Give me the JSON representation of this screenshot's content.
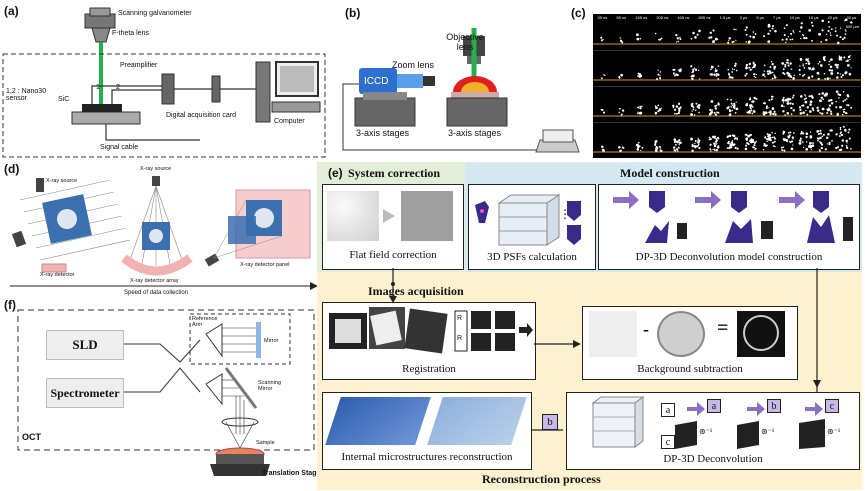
{
  "panels": {
    "a": {
      "label": "(a)",
      "galvo": "Scanning galvanometer",
      "lens": "F-theta lens",
      "preamp": "Preamplifier",
      "sensor": "1,2 : Nano30 sensor",
      "sic": "SiC",
      "n1": "1",
      "n2": "2",
      "daq": "Digital acquisition card",
      "computer": "Computer",
      "cable": "Signal cable"
    },
    "b": {
      "label": "(b)",
      "zoom": "Zoom lens",
      "objective": "Objective lens",
      "iccd": "ICCD",
      "stage1": "3-axis stages",
      "stage2": "3-axis stages"
    },
    "c": {
      "label": "(c)",
      "times": [
        "35 ns",
        "55 ns",
        "155 ns",
        "205 ns",
        "405 ns",
        "805 ns",
        "1.5 μs",
        "3 μs",
        "5 μs",
        "7 μs",
        "10 μs",
        "15 μs",
        "20 μs",
        "30 μs"
      ],
      "scale": "500 μm"
    },
    "d": {
      "label": "(d)",
      "src1": "X-ray source",
      "det1": "X-ray detector",
      "src2": "X-ray source",
      "det2": "X-ray detector array",
      "det3": "X-ray detector panel",
      "speed": "Speed of data collection"
    },
    "f": {
      "label": "(f)",
      "sld": "SLD",
      "ref": "Reference Arm",
      "mirror": "Mirror",
      "spectrometer": "Spectrometer",
      "scan_mirror": "Scanning Mirror",
      "oct": "OCT",
      "sample": "Sample",
      "stage": "Translation Stage"
    },
    "e": {
      "label": "(e)",
      "system_correction": "System correction",
      "flat_field": "Flat field correction",
      "model_construction": "Model construction",
      "psf": "3D PSFs calculation",
      "dp_model": "DP-3D Deconvolution model construction",
      "images_acq": "Images acquisition",
      "registration": "Registration",
      "background": "Background subtraction",
      "internal": "Internal microstructures reconstruction",
      "deconv": "DP-3D Deconvolution",
      "recon_process": "Reconstruction process",
      "letters": [
        "a",
        "b",
        "c",
        "b",
        "c",
        "a"
      ],
      "r1": "R",
      "r2": "R",
      "star": "*",
      "inv": "⊛⁻¹",
      "minus": "-",
      "equals": "=",
      "dots": "⋮"
    }
  },
  "colors": {
    "green_beam": "#22b14c",
    "iccd_blue": "#2f6fd0",
    "panel_e_yellow": "#fdf1cf",
    "panel_e_green": "#e3eed8",
    "panel_e_blue": "#d4e8f0",
    "arrow_purple": "#8a6fc2",
    "tube_pink": "#f2b2b2"
  }
}
